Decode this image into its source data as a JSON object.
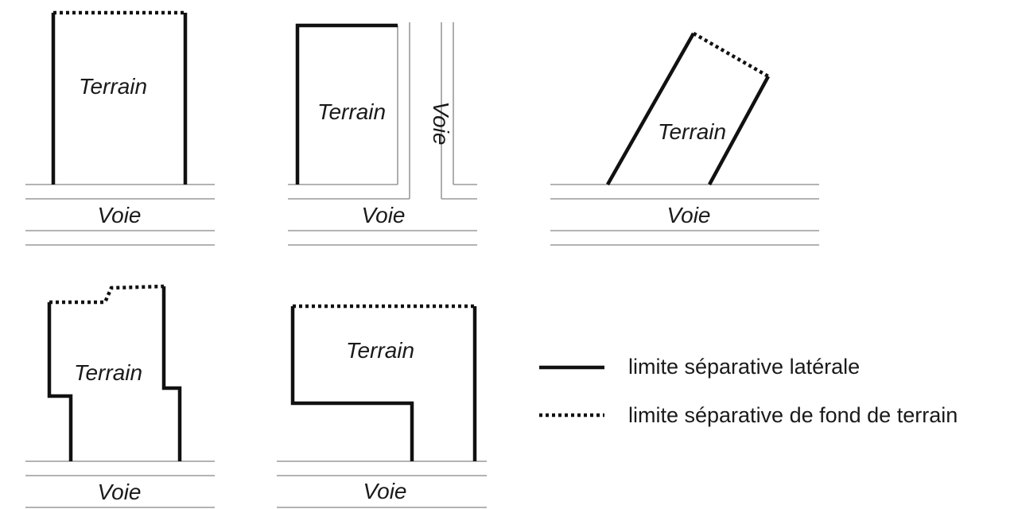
{
  "colors": {
    "line": "#111111",
    "road": "#9a9a9a",
    "text": "#1a1a1a",
    "background": "#ffffff"
  },
  "panels": [
    {
      "terrain_label": "Terrain",
      "road_label": "Voie"
    },
    {
      "terrain_label": "Terrain",
      "road_label": "Voie",
      "side_road_label": "Voie"
    },
    {
      "terrain_label": "Terrain",
      "road_label": "Voie"
    },
    {
      "terrain_label": "Terrain",
      "road_label": "Voie"
    },
    {
      "terrain_label": "Terrain",
      "road_label": "Voie"
    }
  ],
  "legend": {
    "lateral_label": "limite séparative latérale",
    "fond_label": "limite séparative de fond de terrain"
  }
}
